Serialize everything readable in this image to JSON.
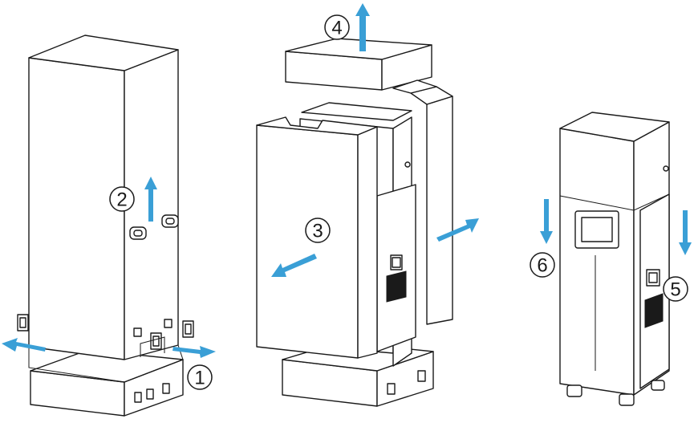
{
  "steps": [
    {
      "number": "①",
      "action": "remove-side-straps"
    },
    {
      "number": "②",
      "action": "lift-outer-sleeve"
    },
    {
      "number": "③",
      "action": "remove-front-foam-panel"
    },
    {
      "number": "④",
      "action": "lift-top-foam-cap"
    },
    {
      "number": "⑤",
      "action": "lower-cabinet"
    },
    {
      "number": "⑥",
      "action": "lower-cabinet"
    }
  ],
  "colors": {
    "arrow": "#3a9fd6",
    "line": "#1a1a1a",
    "background": "#ffffff"
  }
}
